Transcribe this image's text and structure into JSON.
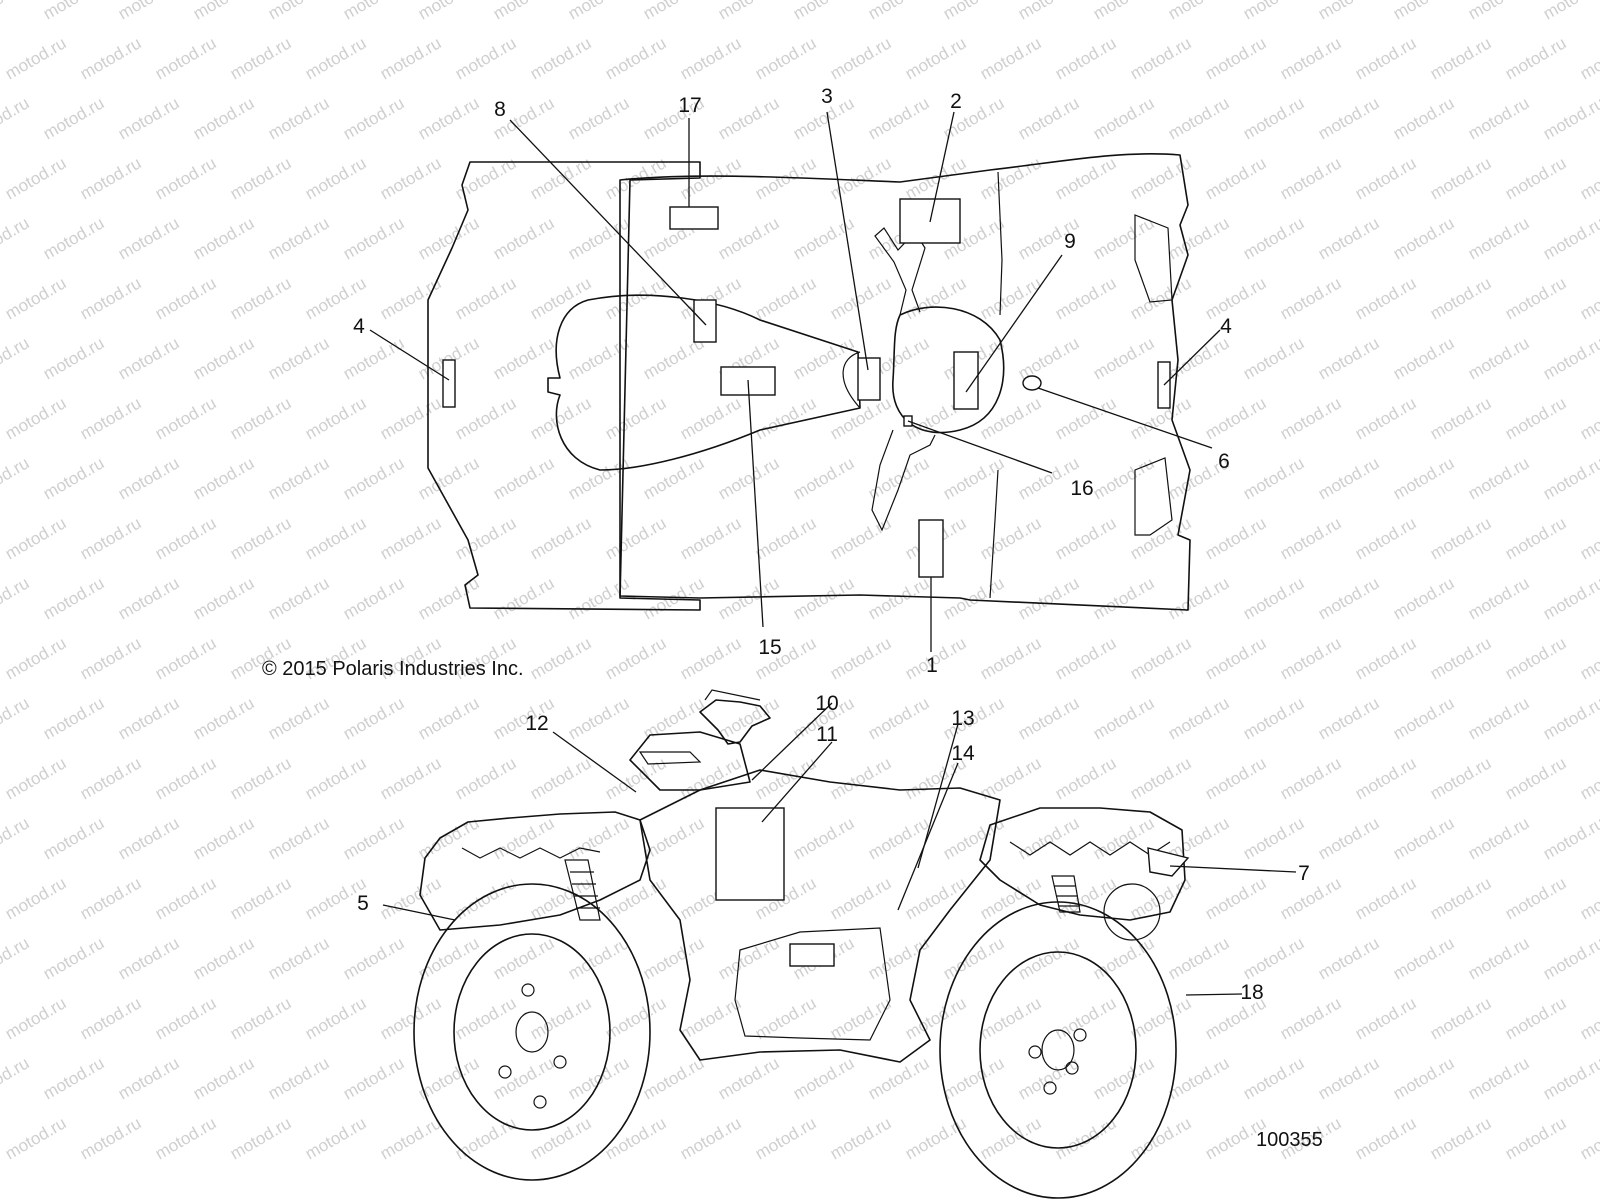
{
  "watermark": "motod.ru",
  "copyright": "© 2015 Polaris Industries Inc.",
  "figure_number": "100355",
  "callouts": {
    "c1": "1",
    "c2": "2",
    "c3": "3",
    "c4a": "4",
    "c4b": "4",
    "c5": "5",
    "c6": "6",
    "c7": "7",
    "c8": "8",
    "c9": "9",
    "c10": "10",
    "c11": "11",
    "c12": "12",
    "c13": "13",
    "c14": "14",
    "c15": "15",
    "c16": "16",
    "c17": "17",
    "c18": "18"
  }
}
